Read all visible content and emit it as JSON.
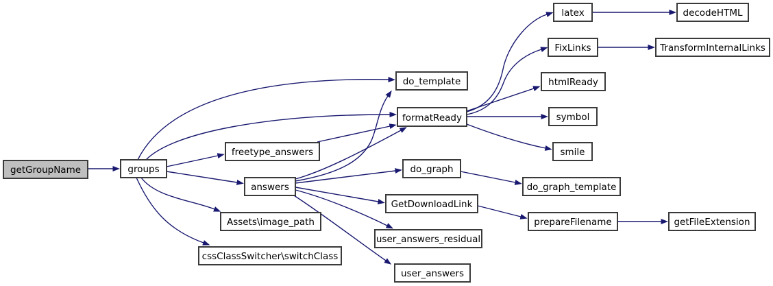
{
  "diagram": {
    "kind": "call-graph",
    "colors": {
      "background": "#ffffff",
      "edge": "#191970",
      "node_border": "#3a3a3a",
      "node_fill": "#ffffff",
      "root_node_fill": "#bfbfbf",
      "text": "#000000"
    },
    "nodes": [
      {
        "id": "getGroupName",
        "label": "getGroupName",
        "highlighted": true
      },
      {
        "id": "groups",
        "label": "groups"
      },
      {
        "id": "freetype_answers",
        "label": "freetype_answers"
      },
      {
        "id": "answers",
        "label": "answers"
      },
      {
        "id": "assets_image_path",
        "label": "Assets\\image_path"
      },
      {
        "id": "cssClassSwitcher_switchClass",
        "label": "cssClassSwitcher\\switchClass"
      },
      {
        "id": "do_template",
        "label": "do_template"
      },
      {
        "id": "formatReady",
        "label": "formatReady"
      },
      {
        "id": "do_graph",
        "label": "do_graph"
      },
      {
        "id": "GetDownloadLink",
        "label": "GetDownloadLink"
      },
      {
        "id": "user_answers_residual",
        "label": "user_answers_residual"
      },
      {
        "id": "user_answers",
        "label": "user_answers"
      },
      {
        "id": "latex",
        "label": "latex"
      },
      {
        "id": "FixLinks",
        "label": "FixLinks"
      },
      {
        "id": "htmlReady",
        "label": "htmlReady"
      },
      {
        "id": "symbol",
        "label": "symbol"
      },
      {
        "id": "smile",
        "label": "smile"
      },
      {
        "id": "do_graph_template",
        "label": "do_graph_template"
      },
      {
        "id": "prepareFilename",
        "label": "prepareFilename"
      },
      {
        "id": "decodeHTML",
        "label": "decodeHTML"
      },
      {
        "id": "TransformInternalLinks",
        "label": "TransformInternalLinks"
      },
      {
        "id": "getFileExtension",
        "label": "getFileExtension"
      }
    ],
    "edges": [
      {
        "from": "getGroupName",
        "to": "groups"
      },
      {
        "from": "groups",
        "to": "do_template"
      },
      {
        "from": "groups",
        "to": "formatReady"
      },
      {
        "from": "groups",
        "to": "freetype_answers"
      },
      {
        "from": "groups",
        "to": "answers"
      },
      {
        "from": "groups",
        "to": "Assets\\image_path"
      },
      {
        "from": "groups",
        "to": "cssClassSwitcher\\switchClass"
      },
      {
        "from": "freetype_answers",
        "to": "formatReady"
      },
      {
        "from": "answers",
        "to": "do_template"
      },
      {
        "from": "answers",
        "to": "formatReady"
      },
      {
        "from": "answers",
        "to": "do_graph"
      },
      {
        "from": "answers",
        "to": "GetDownloadLink"
      },
      {
        "from": "answers",
        "to": "user_answers_residual"
      },
      {
        "from": "answers",
        "to": "user_answers"
      },
      {
        "from": "formatReady",
        "to": "latex"
      },
      {
        "from": "formatReady",
        "to": "FixLinks"
      },
      {
        "from": "formatReady",
        "to": "htmlReady"
      },
      {
        "from": "formatReady",
        "to": "symbol"
      },
      {
        "from": "formatReady",
        "to": "smile"
      },
      {
        "from": "do_graph",
        "to": "do_graph_template"
      },
      {
        "from": "GetDownloadLink",
        "to": "prepareFilename"
      },
      {
        "from": "latex",
        "to": "decodeHTML"
      },
      {
        "from": "FixLinks",
        "to": "TransformInternalLinks"
      },
      {
        "from": "prepareFilename",
        "to": "getFileExtension"
      }
    ]
  }
}
